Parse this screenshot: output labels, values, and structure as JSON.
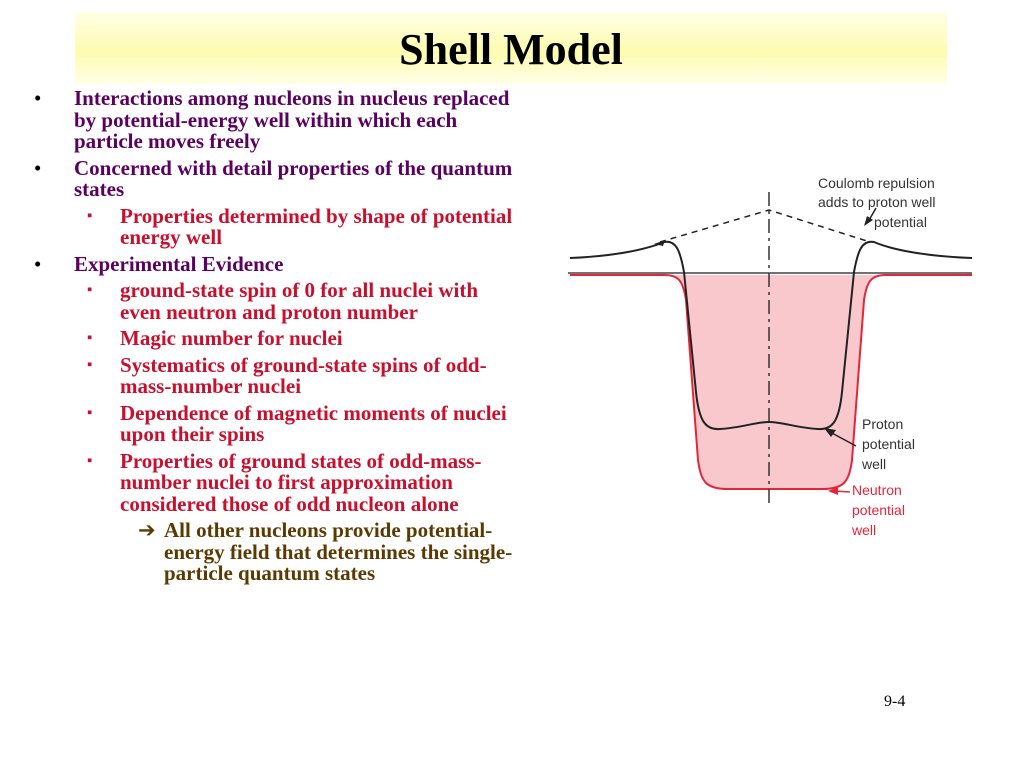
{
  "slide": {
    "title": "Shell Model",
    "page_number": "9-4",
    "colors": {
      "title_band": "#fcfcb0",
      "level1_text": "#5a0060",
      "level2_text": "#c8102e",
      "level3_text": "#5a3a00",
      "neutron_well_fill": "#f8c8cc",
      "neutron_well_line": "#e5263a"
    }
  },
  "bullets": {
    "b1": {
      "marker": "•",
      "text": "Interactions among nucleons in nucleus replaced by potential-energy well within which each particle moves freely"
    },
    "b2": {
      "marker": "•",
      "text": "Concerned with detail properties of the quantum states"
    },
    "b2a": {
      "marker": "▪",
      "text": "Properties determined by shape of potential energy well"
    },
    "b3": {
      "marker": "•",
      "text": "Experimental Evidence"
    },
    "b3a": {
      "marker": "▪",
      "text": "ground-state spin of 0 for all nuclei with even neutron and proton number"
    },
    "b3b": {
      "marker": "▪",
      "text": "Magic number for nuclei"
    },
    "b3c": {
      "marker": "▪",
      "text": "Systematics of ground-state spins of odd-mass-number nuclei"
    },
    "b3d": {
      "marker": "▪",
      "text": "Dependence of magnetic moments of nuclei upon their spins"
    },
    "b3e": {
      "marker": "▪",
      "text": "Properties of ground states of odd-mass-number nuclei to first approximation considered those of odd nucleon alone"
    },
    "b3e1": {
      "marker": "➔",
      "text": "All other nucleons provide potential-energy field that determines the single-particle quantum states"
    }
  },
  "diagram": {
    "labels": {
      "coulomb_1": "Coulomb repulsion",
      "coulomb_2": "adds to proton well",
      "coulomb_3": "potential",
      "proton_1": "Proton",
      "proton_2": "potential",
      "proton_3": "well",
      "neutron_1": "Neutron",
      "neutron_2": "potential",
      "neutron_3": "well"
    }
  }
}
